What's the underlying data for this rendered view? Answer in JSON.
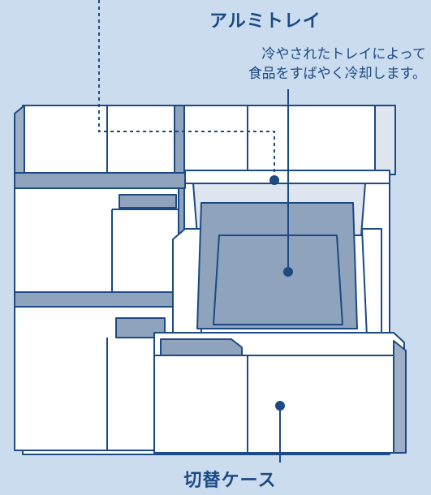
{
  "labels": {
    "aluminum_tray": "アルミトレイ",
    "description_line1": "冷やされたトレイによって",
    "description_line2": "食品をすばやく冷却します。",
    "switch_case": "切替ケース"
  },
  "colors": {
    "background": "#ccdcef",
    "outline": "#1b4a84",
    "fridge_body": "#ffffff",
    "tray_fill": "#8fa3bd",
    "shadow_strip": "#9fb0c6",
    "drawer_interior": "#dfe6ef"
  },
  "icons": [
    "callout-dot-icon",
    "callout-dot-icon",
    "callout-dot-icon"
  ]
}
